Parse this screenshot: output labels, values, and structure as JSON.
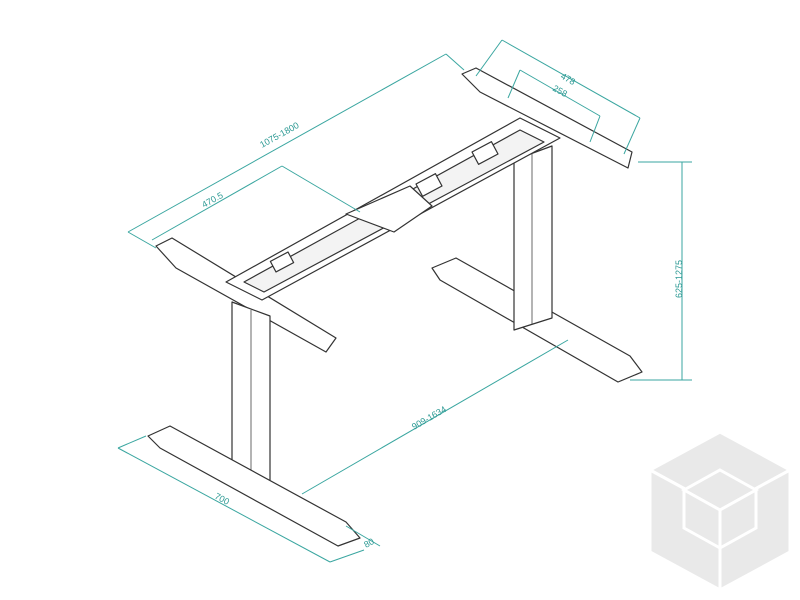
{
  "dimensions": {
    "frame_length": "1075-1800",
    "inner_span": "470.5",
    "top_bracket_width": "478",
    "top_bracket_inner": "258",
    "height_range": "625-1275",
    "foot_spacing": "909-1634",
    "foot_length": "700",
    "foot_width": "80"
  },
  "colors": {
    "line": "#333333",
    "dimension": "#3aa6a0",
    "logo": "#e9e9e9"
  }
}
